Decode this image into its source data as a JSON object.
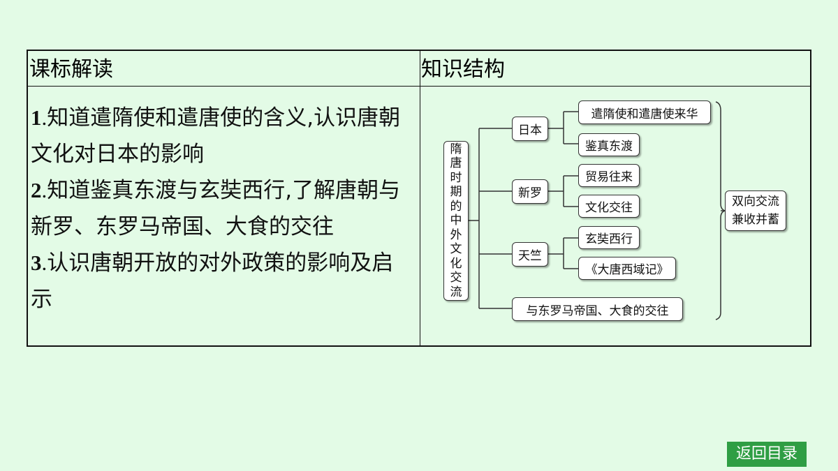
{
  "table": {
    "left_header": "课标解读",
    "right_header": "知识结构",
    "objectives": [
      {
        "num": "1",
        "text": "知道遣隋使和遣唐使的含义,认识唐朝文化对日本的影响"
      },
      {
        "num": "2",
        "text": "知道鉴真东渡与玄奘西行,了解唐朝与新罗、东罗马帝国、大食的交往"
      },
      {
        "num": "3",
        "text": "认识唐朝开放的对外政策的影响及启示"
      }
    ]
  },
  "mindmap": {
    "root_chars": [
      "隋",
      "唐",
      "时",
      "期",
      "的",
      "中",
      "外",
      "文",
      "化",
      "交",
      "流"
    ],
    "branches": {
      "japan": {
        "label": "日本",
        "children": [
          "遣隋使和遣唐使来华",
          "鉴真东渡"
        ]
      },
      "silla": {
        "label": "新罗",
        "children": [
          "贸易往来",
          "文化交往"
        ]
      },
      "india": {
        "label": "天竺",
        "children": [
          "玄奘西行",
          "《大唐西域记》"
        ]
      },
      "other": {
        "label": "与东罗马帝国、大食的交往"
      }
    },
    "summary": [
      "双向交流",
      "兼收并蓄"
    ]
  },
  "nav": {
    "back_label": "返回目录"
  }
}
